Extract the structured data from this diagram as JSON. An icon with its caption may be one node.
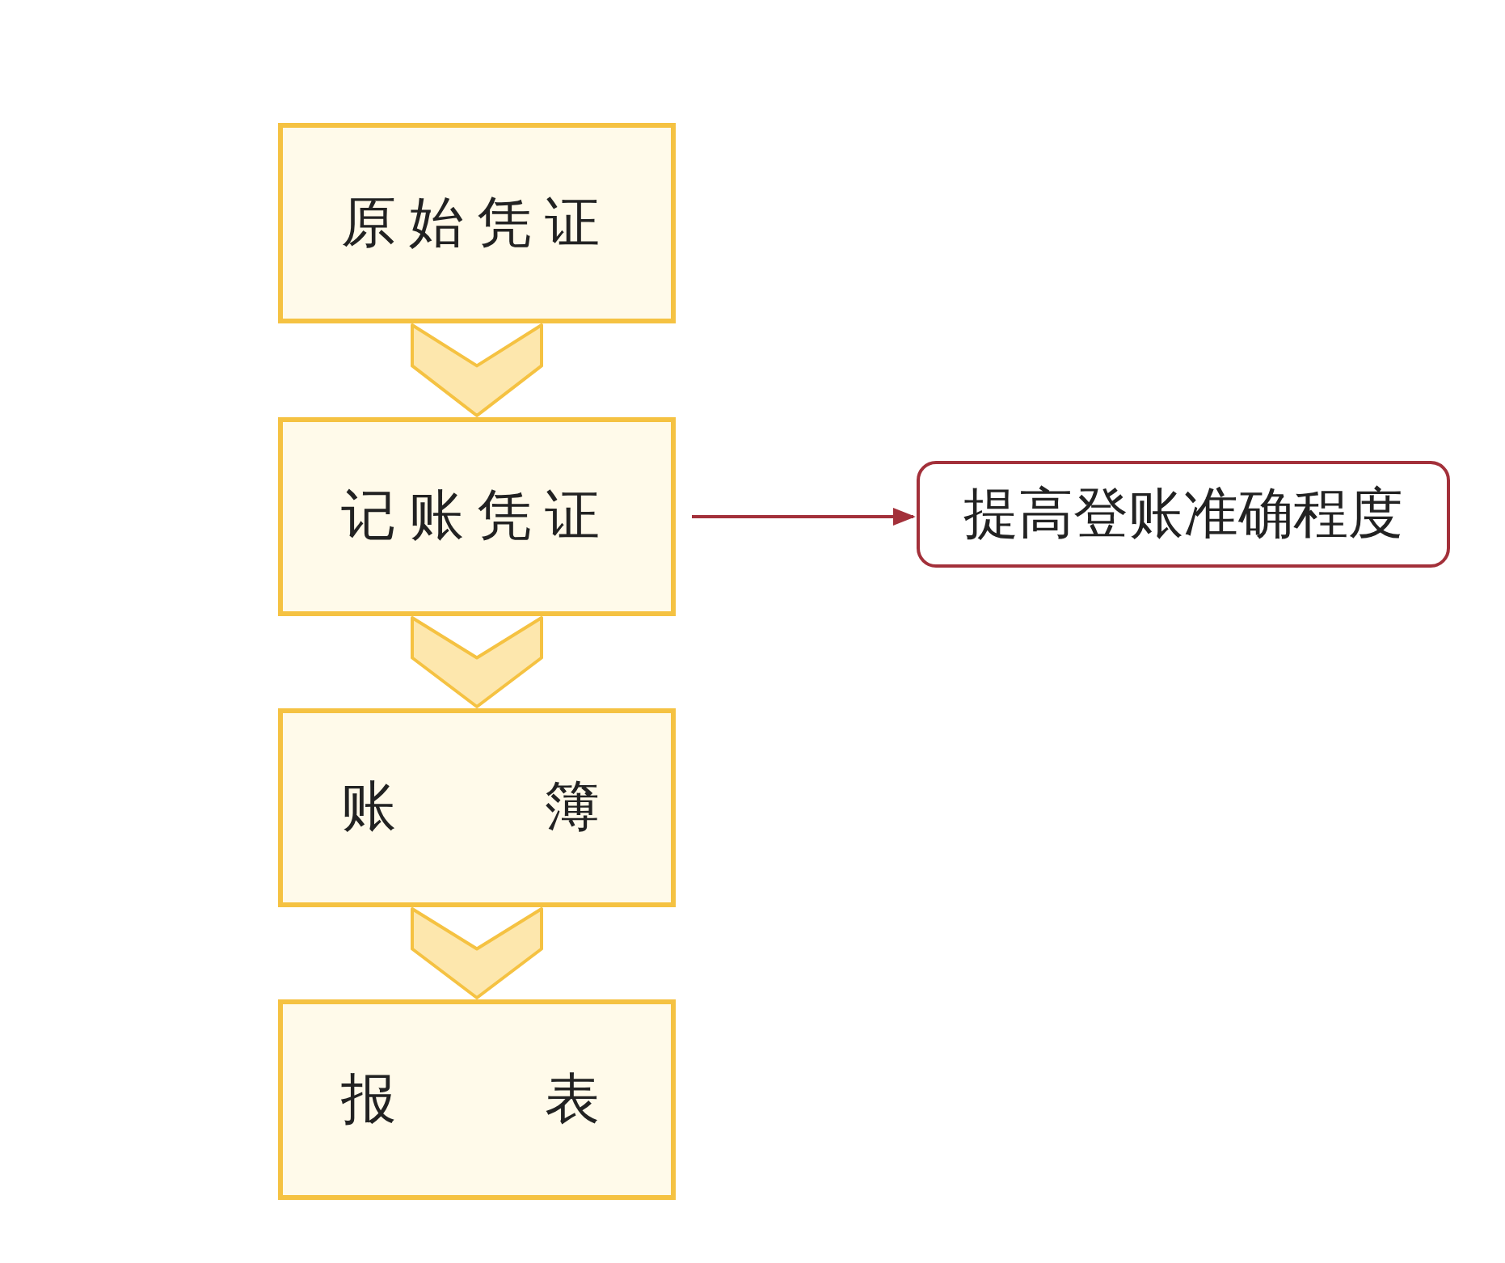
{
  "diagram": {
    "nodes": [
      {
        "text": [
          "原始凭证"
        ]
      },
      {
        "text": [
          "记账凭证"
        ]
      },
      {
        "text": [
          "账 簿"
        ]
      },
      {
        "text": [
          "报 表"
        ]
      },
      {
        "text": [
          "提高登账准确程度"
        ]
      }
    ],
    "edges": [
      {
        "from": 0,
        "to": 1,
        "arrow": "to",
        "style": "thick"
      },
      {
        "from": 1,
        "to": 2,
        "arrow": "to",
        "style": "thick"
      },
      {
        "from": 2,
        "to": 3,
        "arrow": "to",
        "style": "thick"
      },
      {
        "from": 1,
        "to": 4,
        "arrow": "to",
        "color": "#a3303a"
      }
    ]
  }
}
